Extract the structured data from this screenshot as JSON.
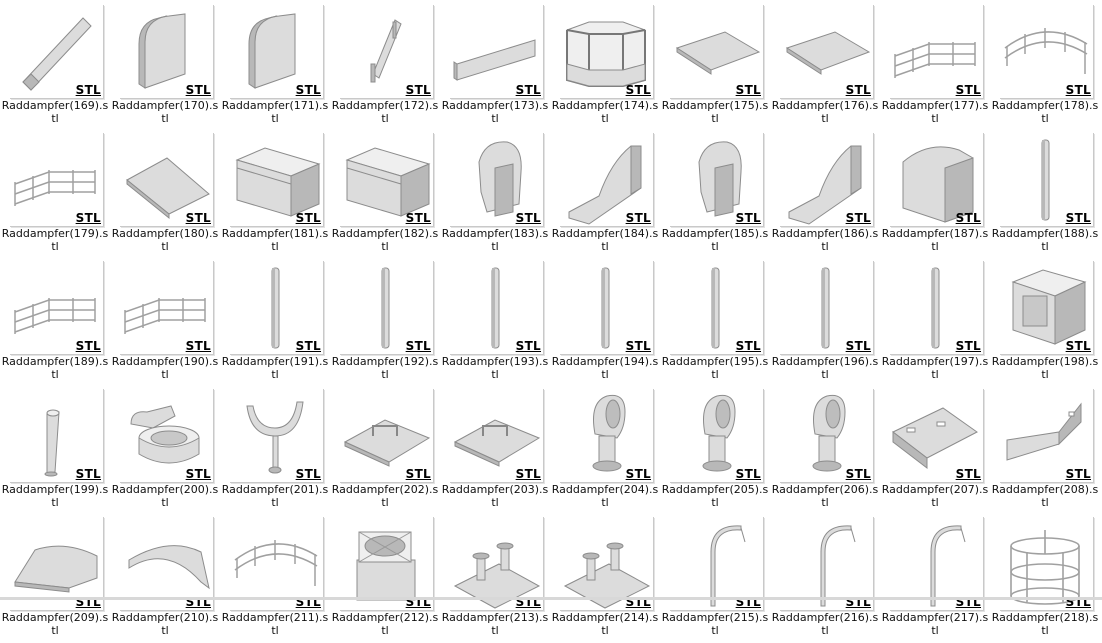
{
  "file_type_badge": "STL",
  "files": [
    {
      "name": "Raddampfer(169).stl",
      "icon": "rod-tapered-icon"
    },
    {
      "name": "Raddampfer(170).stl",
      "icon": "wall-curved-icon"
    },
    {
      "name": "Raddampfer(171).stl",
      "icon": "wall-curved-icon"
    },
    {
      "name": "Raddampfer(172).stl",
      "icon": "panel-thin-icon"
    },
    {
      "name": "Raddampfer(173).stl",
      "icon": "panel-long-icon"
    },
    {
      "name": "Raddampfer(174).stl",
      "icon": "cabin-frame-icon"
    },
    {
      "name": "Raddampfer(175).stl",
      "icon": "plate-flat-icon"
    },
    {
      "name": "Raddampfer(176).stl",
      "icon": "plate-flat-icon"
    },
    {
      "name": "Raddampfer(177).stl",
      "icon": "railing-icon"
    },
    {
      "name": "Raddampfer(178).stl",
      "icon": "railing-curved-icon"
    },
    {
      "name": "Raddampfer(179).stl",
      "icon": "railing-icon"
    },
    {
      "name": "Raddampfer(180).stl",
      "icon": "plate-wedge-icon"
    },
    {
      "name": "Raddampfer(181).stl",
      "icon": "box-chest-icon"
    },
    {
      "name": "Raddampfer(182).stl",
      "icon": "box-chest-icon"
    },
    {
      "name": "Raddampfer(183).stl",
      "icon": "vent-hood-icon"
    },
    {
      "name": "Raddampfer(184).stl",
      "icon": "bracket-curved-icon"
    },
    {
      "name": "Raddampfer(185).stl",
      "icon": "vent-hood-icon"
    },
    {
      "name": "Raddampfer(186).stl",
      "icon": "bracket-curved-icon"
    },
    {
      "name": "Raddampfer(187).stl",
      "icon": "box-rounded-icon"
    },
    {
      "name": "Raddampfer(188).stl",
      "icon": "rod-vertical-icon"
    },
    {
      "name": "Raddampfer(189).stl",
      "icon": "railing-icon"
    },
    {
      "name": "Raddampfer(190).stl",
      "icon": "railing-icon"
    },
    {
      "name": "Raddampfer(191).stl",
      "icon": "rod-vertical-icon"
    },
    {
      "name": "Raddampfer(192).stl",
      "icon": "rod-vertical-icon"
    },
    {
      "name": "Raddampfer(193).stl",
      "icon": "rod-vertical-icon"
    },
    {
      "name": "Raddampfer(194).stl",
      "icon": "rod-vertical-icon"
    },
    {
      "name": "Raddampfer(195).stl",
      "icon": "rod-vertical-icon"
    },
    {
      "name": "Raddampfer(196).stl",
      "icon": "rod-vertical-icon"
    },
    {
      "name": "Raddampfer(197).stl",
      "icon": "rod-vertical-icon"
    },
    {
      "name": "Raddampfer(198).stl",
      "icon": "box-open-icon"
    },
    {
      "name": "Raddampfer(199).stl",
      "icon": "pipe-icon"
    },
    {
      "name": "Raddampfer(200).stl",
      "icon": "ring-bracket-icon"
    },
    {
      "name": "Raddampfer(201).stl",
      "icon": "fork-stand-icon"
    },
    {
      "name": "Raddampfer(202).stl",
      "icon": "hatch-handle-icon"
    },
    {
      "name": "Raddampfer(203).stl",
      "icon": "hatch-handle-icon"
    },
    {
      "name": "Raddampfer(204).stl",
      "icon": "vent-cowl-icon"
    },
    {
      "name": "Raddampfer(205).stl",
      "icon": "vent-cowl-icon"
    },
    {
      "name": "Raddampfer(206).stl",
      "icon": "vent-cowl-icon"
    },
    {
      "name": "Raddampfer(207).stl",
      "icon": "tray-holes-icon"
    },
    {
      "name": "Raddampfer(208).stl",
      "icon": "bent-plate-icon"
    },
    {
      "name": "Raddampfer(209).stl",
      "icon": "deck-plate-icon"
    },
    {
      "name": "Raddampfer(210).stl",
      "icon": "curved-strip-icon"
    },
    {
      "name": "Raddampfer(211).stl",
      "icon": "railing-curved-icon"
    },
    {
      "name": "Raddampfer(212).stl",
      "icon": "winch-icon"
    },
    {
      "name": "Raddampfer(213).stl",
      "icon": "bollard-icon"
    },
    {
      "name": "Raddampfer(214).stl",
      "icon": "bollard-icon"
    },
    {
      "name": "Raddampfer(215).stl",
      "icon": "davit-icon"
    },
    {
      "name": "Raddampfer(216).stl",
      "icon": "davit-icon"
    },
    {
      "name": "Raddampfer(217).stl",
      "icon": "davit-icon"
    },
    {
      "name": "Raddampfer(218).stl",
      "icon": "cage-round-icon"
    }
  ]
}
